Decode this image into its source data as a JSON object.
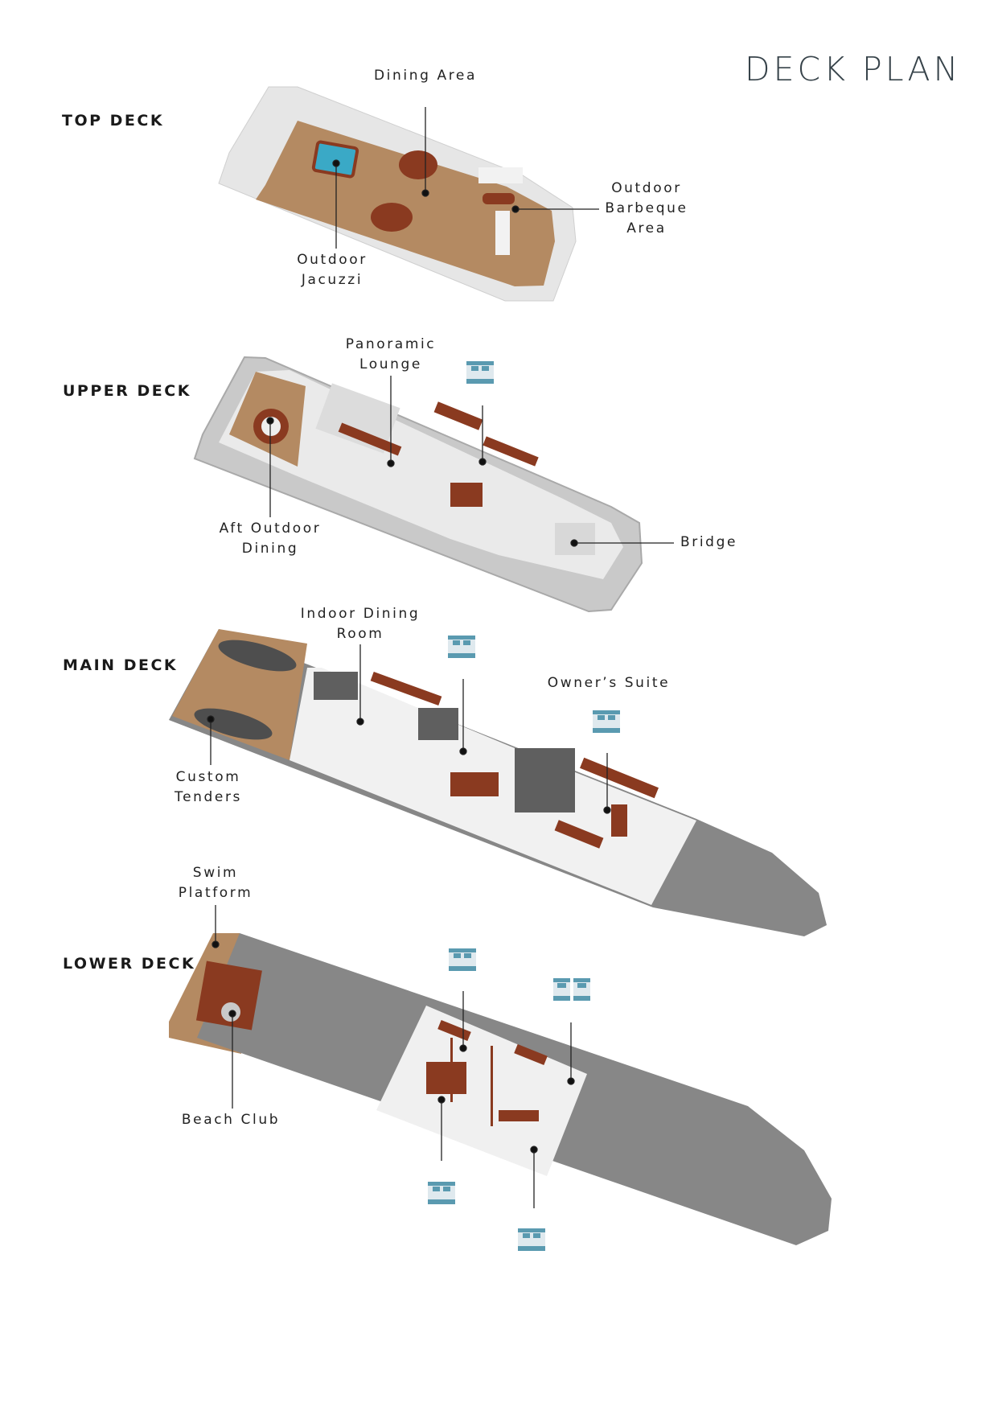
{
  "title": "DECK PLAN",
  "colors": {
    "title": "#37434a",
    "deck_wood": "#b48a62",
    "furniture": "#8a3a20",
    "hull_grey": "#878787",
    "hull_white": "#e9e9e9",
    "bed_icon": "#5a9ab0"
  },
  "decks": [
    {
      "name": "TOP DECK",
      "labels": [
        {
          "lines": [
            "Dining Area"
          ]
        },
        {
          "lines": [
            "Outdoor",
            "Barbeque",
            "Area"
          ]
        },
        {
          "lines": [
            "Outdoor",
            "Jacuzzi"
          ]
        }
      ]
    },
    {
      "name": "UPPER DECK",
      "labels": [
        {
          "lines": [
            "Panoramic",
            "Lounge"
          ]
        },
        {
          "lines": [
            "Aft Outdoor",
            "Dining"
          ]
        },
        {
          "lines": [
            "Bridge"
          ]
        }
      ],
      "bed_icons": [
        "bed-icon"
      ]
    },
    {
      "name": "MAIN DECK",
      "labels": [
        {
          "lines": [
            "Indoor Dining",
            "Room"
          ]
        },
        {
          "lines": [
            "Owner’s Suite"
          ]
        },
        {
          "lines": [
            "Custom",
            "Tenders"
          ]
        }
      ],
      "bed_icons": [
        "bed-icon",
        "bed-icon"
      ]
    },
    {
      "name": "LOWER DECK",
      "labels": [
        {
          "lines": [
            "Swim",
            "Platform"
          ]
        },
        {
          "lines": [
            "Beach Club"
          ]
        }
      ],
      "bed_icons": [
        "bed-icon",
        "twin-bed-icon",
        "bed-icon",
        "bed-icon"
      ]
    }
  ]
}
